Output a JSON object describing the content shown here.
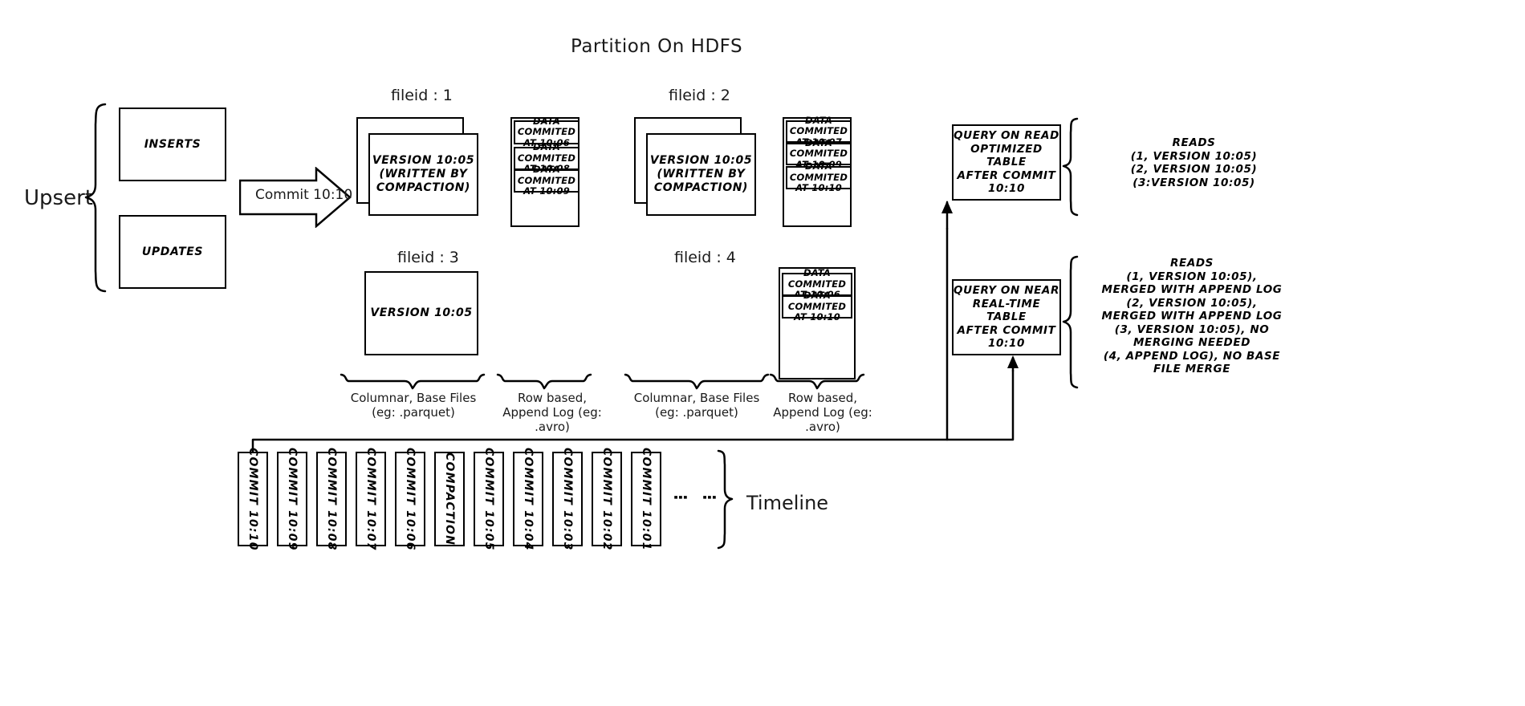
{
  "title": "Partition On HDFS",
  "upsert": {
    "label": "Upsert",
    "inserts": "INSERTS",
    "updates": "UPDATES"
  },
  "commit_arrow": {
    "label": "Commit 10:10"
  },
  "filegroups": [
    {
      "header": "fileid : 1",
      "base_text": "VERSION 10:05\n(WRITTEN BY\nCOMPACTION)",
      "base_line1": "VERSION 10:05",
      "base_line2": "(WRITTEN BY",
      "base_line3": "COMPACTION)",
      "stacked": true,
      "log_entries": [
        "DATA COMMITED\nAT 10:06",
        "DATA COMMITED\nAT 10:08",
        "DATA COMMITED\nAT 10:09"
      ]
    },
    {
      "header": "fileid : 2",
      "base_line1": "VERSION 10:05",
      "base_line2": "(WRITTEN BY",
      "base_line3": "COMPACTION)",
      "stacked": true,
      "log_entries": [
        "DATA COMMITED\nAT 10:07",
        "DATA COMMITED\nAT 10:09",
        "DATA COMMITED\nAT 10:10"
      ]
    },
    {
      "header": "fileid : 3",
      "base_line1": "VERSION 10:05",
      "base_line2": "",
      "base_line3": "",
      "stacked": false,
      "log_entries": []
    },
    {
      "header": "fileid : 4",
      "base_line1": "",
      "base_line2": "",
      "base_line3": "",
      "stacked": false,
      "log_entries": [
        "DATA COMMITED\nAT 10:06",
        "DATA COMMITED\nAT 10:10"
      ]
    }
  ],
  "log_entry_lines": {
    "f1": [
      {
        "l1": "DATA COMMITED",
        "l2": "AT 10:06"
      },
      {
        "l1": "DATA COMMITED",
        "l2": "AT 10:08"
      },
      {
        "l1": "DATA COMMITED",
        "l2": "AT 10:09"
      }
    ],
    "f2": [
      {
        "l1": "DATA COMMITED",
        "l2": "AT 10:07"
      },
      {
        "l1": "DATA COMMITED",
        "l2": "AT 10:09"
      },
      {
        "l1": "DATA COMMITED",
        "l2": "AT 10:10"
      }
    ],
    "f4": [
      {
        "l1": "DATA COMMITED",
        "l2": "AT 10:06"
      },
      {
        "l1": "DATA COMMITED",
        "l2": "AT 10:10"
      }
    ]
  },
  "captions": {
    "columnar_left_l1": "Columnar, Base Files",
    "columnar_left_l2": "(eg: .parquet)",
    "rowbased_left_l1": "Row based,",
    "rowbased_left_l2": "Append Log  (eg:",
    "rowbased_left_l3": ".avro)",
    "columnar_right_l1": "Columnar, Base Files",
    "columnar_right_l2": "(eg: .parquet)",
    "rowbased_right_l1": "Row based,",
    "rowbased_right_l2": "Append Log  (eg:",
    "rowbased_right_l3": ".avro)"
  },
  "queries": {
    "read_optimized": {
      "l1": "QUERY ON READ",
      "l2": "OPTIMIZED TABLE",
      "l3": "AFTER COMMIT",
      "l4": "10:10"
    },
    "near_realtime": {
      "l1": "QUERY ON NEAR",
      "l2": "REAL-TIME TABLE",
      "l3": "AFTER COMMIT",
      "l4": "10:10"
    }
  },
  "reads": {
    "read_optimized": [
      "READS",
      "(1, VERSION 10:05)",
      "(2, VERSION 10:05)",
      "(3:VERSION 10:05)"
    ],
    "near_realtime": [
      "READS",
      "(1, VERSION 10:05),",
      "MERGED WITH APPEND LOG",
      "(2, VERSION 10:05),",
      "MERGED WITH APPEND LOG",
      "(3, VERSION 10:05), NO",
      "MERGING NEEDED",
      "(4, APPEND LOG), NO BASE",
      "FILE MERGE"
    ]
  },
  "timeline": {
    "label": "Timeline",
    "items": [
      "COMMIT  10:10",
      "COMMIT  10:09",
      "COMMIT  10:08",
      "COMMIT  10:07",
      "COMMIT  10:06",
      "COMPACTION",
      "COMMIT  10:05",
      "COMMIT  10:04",
      "COMMIT  10:03",
      "COMMIT  10:02",
      "COMMIT  10:01"
    ],
    "ellipsis": [
      "⋮",
      "⋮"
    ]
  },
  "colors": {
    "stroke": "#000000",
    "background": "#ffffff",
    "text": "#1a1a1a"
  }
}
